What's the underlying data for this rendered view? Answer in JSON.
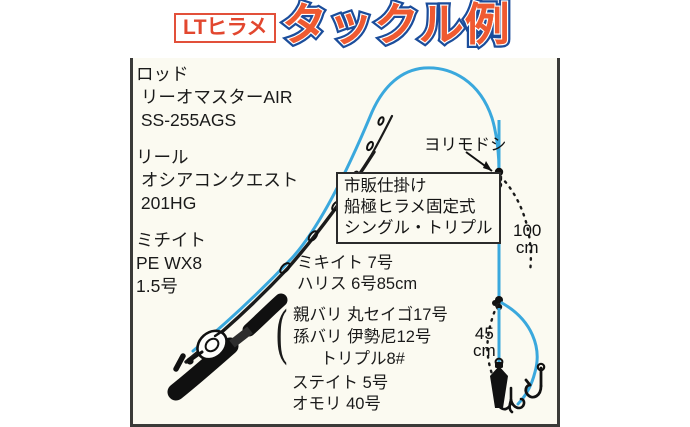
{
  "header": {
    "badge_label": "LTヒラメ",
    "title": "タックル例"
  },
  "annotations": {
    "rod": "ロッド\n リーオマスターAIR\n SS-255AGS",
    "reel": "リール\n オシアコンクエスト\n 201HG",
    "main_line": "ミチイト\nPE WX8\n1.5号",
    "rig_note": "市販仕掛け\n船極ヒラメ固定式\nシングル・トリプル",
    "leader_spec": "ミキイト 7号\nハリス 6号85cm",
    "hook_spec": "親バリ 丸セイゴ17号\n孫バリ 伊勢尼12号\n      トリプル8#",
    "bottom_spec": "ステイト 5号\nオモリ 40号",
    "swivel_label": "ヨリモドシ",
    "measure_upper": "100\ncm",
    "measure_lower": "45\ncm"
  },
  "colors": {
    "title_fill": "#ef5a31",
    "title_outline": "#1b4d9b",
    "badge_red": "#e2472f",
    "panel_bg": "#fbfaf1",
    "panel_border": "#3a3a38",
    "line_blue": "#3aa8dd",
    "rod_black": "#101010"
  },
  "icons": {
    "rod": "fishing-rod-icon",
    "reel": "baitcast-reel-icon",
    "swivel": "swivel-icon",
    "sinker": "sinker-weight-icon",
    "treble_hook": "treble-hook-icon",
    "single_hook": "single-hook-icon"
  }
}
